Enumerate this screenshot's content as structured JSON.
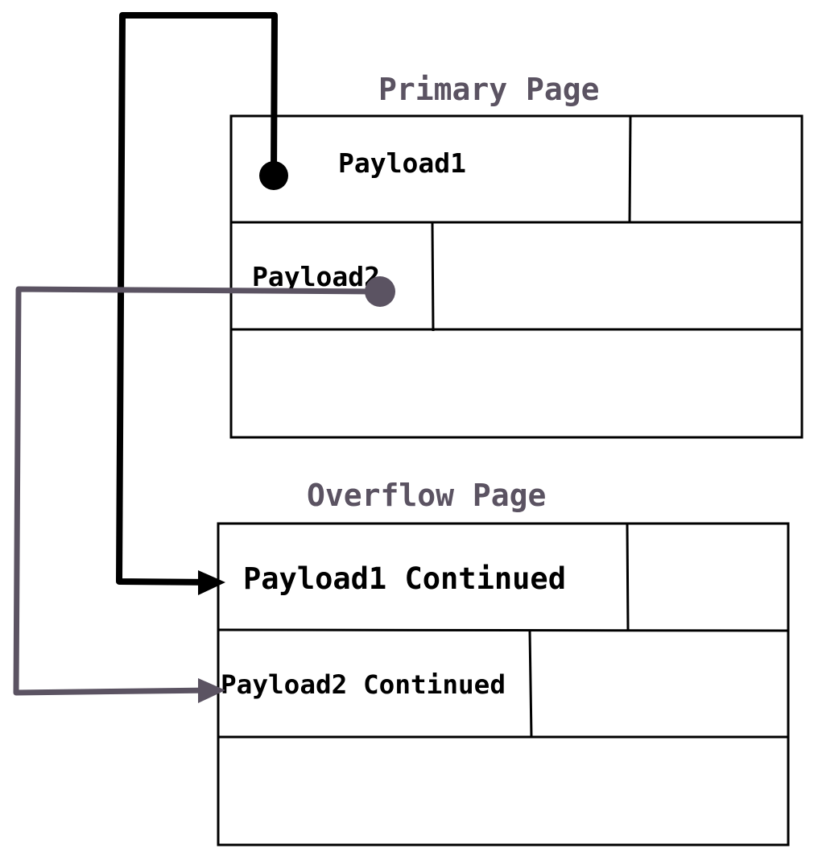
{
  "colors": {
    "ink": "#000000",
    "accent": "#5b5362",
    "title": "#5b5362",
    "background": "#ffffff"
  },
  "primary_page": {
    "title": "Primary Page",
    "payload1": "Payload1",
    "payload2": "Payload2"
  },
  "overflow_page": {
    "title": "Overflow Page",
    "payload1_continued": "Payload1 Continued",
    "payload2_continued": "Payload2 Continued"
  },
  "pointers": [
    {
      "from": "Payload1",
      "to": "Payload1 Continued",
      "color": "#000000"
    },
    {
      "from": "Payload2",
      "to": "Payload2 Continued",
      "color": "#5b5362"
    }
  ]
}
